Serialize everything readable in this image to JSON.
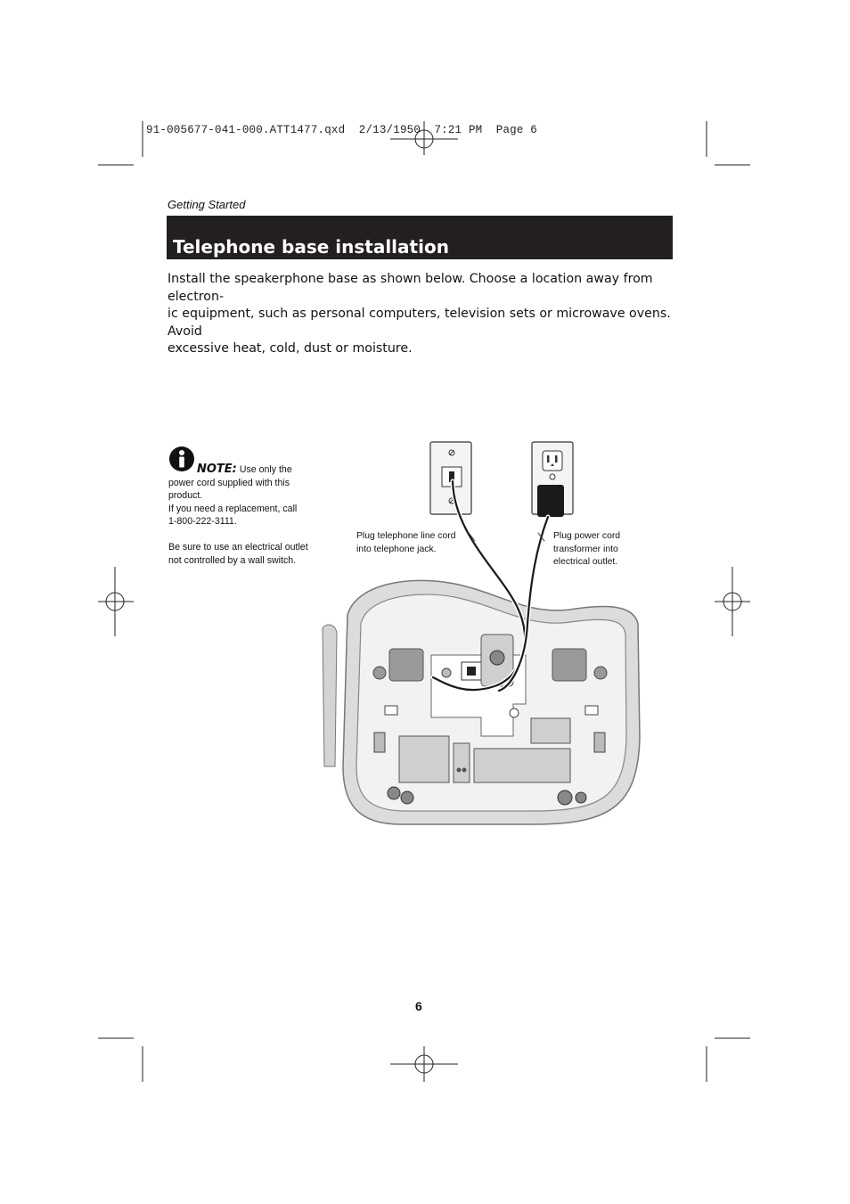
{
  "print_slug": "91-005677-041-000.ATT1477.qxd  2/13/1950  7:21 PM  Page 6",
  "section": "Getting Started",
  "title": "Telephone base installation",
  "intro_lines": [
    "Install the speakerphone base as shown below. Choose a location away from electron-",
    "ic equipment, such as personal computers, television sets or microwave ovens. Avoid",
    "excessive heat, cold, dust or moisture."
  ],
  "note": {
    "label": "NOTE:",
    "line1_rest": " Use only the",
    "lines": [
      "power cord supplied with this",
      "product.",
      "If you need a replacement, call",
      "1-800-222-3111."
    ],
    "lines2": [
      "Be sure to use an electrical outlet",
      "not controlled by a wall switch."
    ]
  },
  "callout_phone": [
    "Plug telephone line cord",
    "into telephone jack."
  ],
  "callout_power": [
    "Plug power cord",
    "transformer into",
    "electrical outlet."
  ],
  "page_number": "6"
}
